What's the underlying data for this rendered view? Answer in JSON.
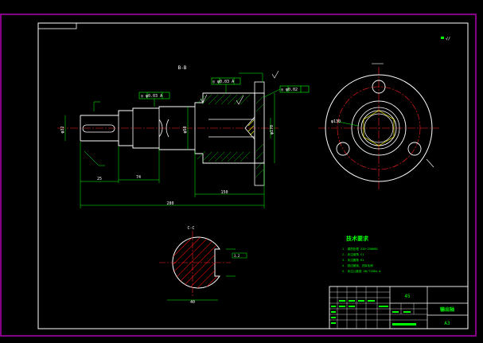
{
  "colors": {
    "background": "#000000",
    "outer_border": "#b000b0",
    "frame": "#ffffff",
    "outline": "#ffffff",
    "dimension": "#00ff00",
    "centerline": "#ff2020",
    "hatch": "#00d000",
    "section_fill": "#ff0000",
    "accent_yellow": "#ffff00",
    "gdt_cyan": "#00e0e0"
  },
  "labels": {
    "section_top": "B-B",
    "section_bottom": "C-C",
    "tech_title": "技术要求",
    "gdt_1": "◎ φ0.03 A",
    "gdt_2": "◎ φ0.03 A",
    "gdt_3": "◎ φ0.02",
    "dim_overall": "280",
    "dim_flange": "150",
    "dim_small": "74",
    "dim_left": "25",
    "dim_dia_shaft": "φ32",
    "dim_dia_body": "φ50",
    "dim_dia_flange": "φ170",
    "dim_cc_width": "40",
    "roughness": "3.2",
    "pitch_circle": "φ130"
  },
  "title_block": {
    "material": "45",
    "part_name": "输出轴",
    "scale": "A3"
  },
  "tech_requirements": [
    "1. 调质处理 220~250HBS",
    "2. 未注倒角 C1",
    "3. 未注圆角 R1",
    "4. 锐边倒钝，去除毛刺",
    "5. 未注公差按 GB/T1804-m"
  ]
}
